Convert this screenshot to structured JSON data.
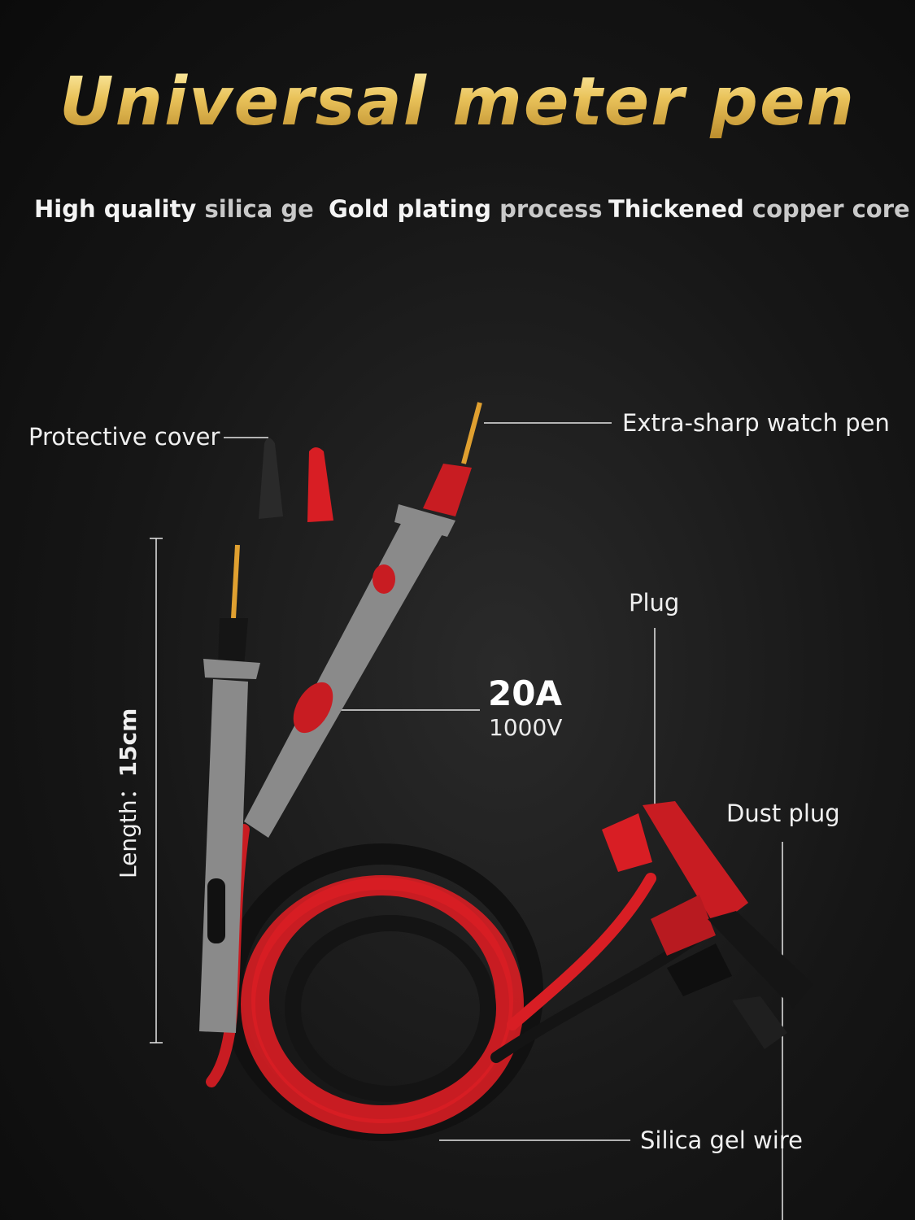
{
  "title": "Universal meter pen",
  "features": [
    {
      "strong": "High quality",
      "dim": "silica ge"
    },
    {
      "strong": "Gold plating",
      "dim": "process"
    },
    {
      "strong": "Thickened",
      "dim": "copper core"
    }
  ],
  "callouts": {
    "protective_cover": "Protective cover",
    "extra_sharp": "Extra-sharp watch pen",
    "plug": "Plug",
    "dust_plug": "Dust plug",
    "silica_wire": "Silica gel wire"
  },
  "spec": {
    "current": "20A",
    "voltage": "1000V"
  },
  "length": {
    "label": "Length：",
    "value": "15cm"
  },
  "colors": {
    "gold": "#e9c25a",
    "red": "#d81e24",
    "black": "#1a1a1a",
    "gray": "#8a8a8a"
  }
}
